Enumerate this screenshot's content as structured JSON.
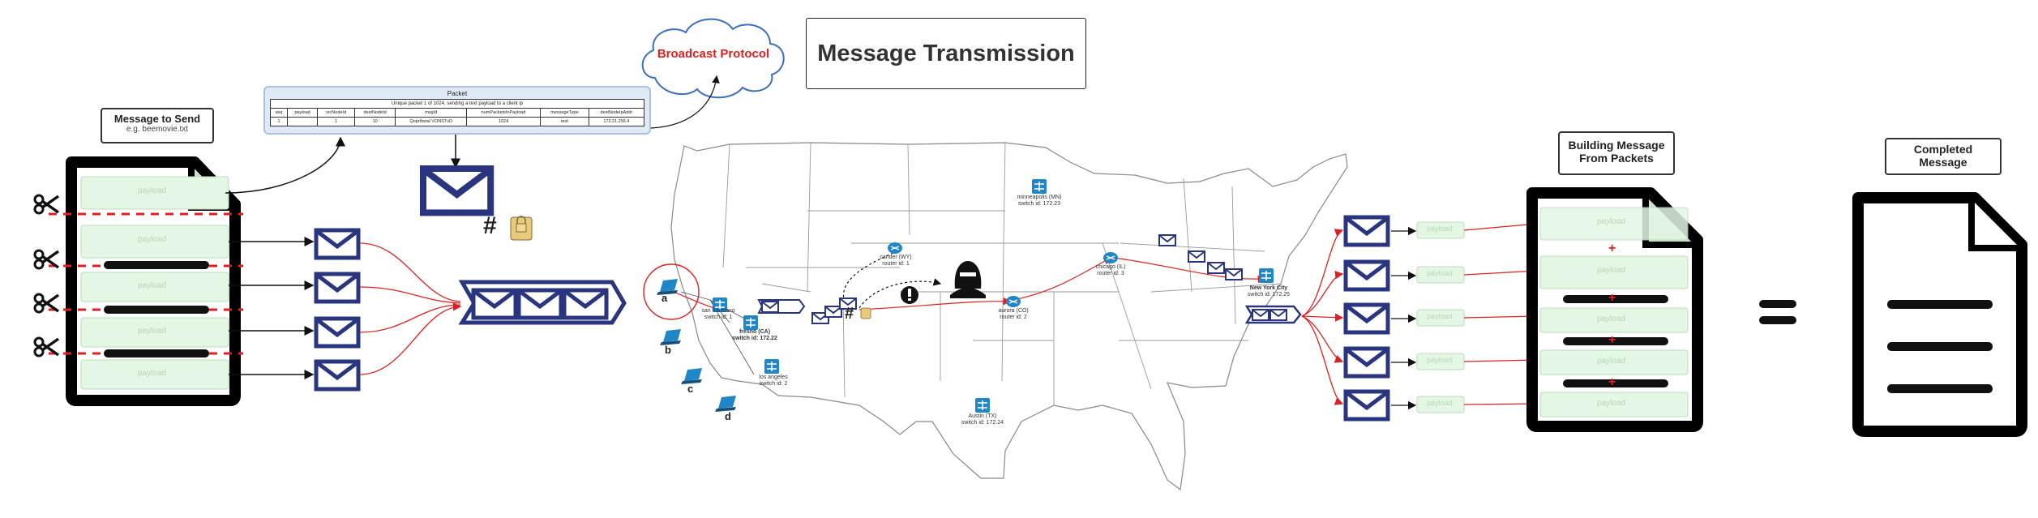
{
  "title": "Message Transmission",
  "broadcast": "Broadcast Protocol",
  "message_to_send": {
    "title": "Message to Send",
    "subtitle": "e.g. beemovie.txt"
  },
  "building": {
    "line1": "Building Message",
    "line2": "From Packets"
  },
  "completed": {
    "line1": "Completed",
    "line2": "Message"
  },
  "payload_label": "payload",
  "hash_symbol": "#",
  "plus_symbol": "+",
  "equals_symbol": "=",
  "packet": {
    "title": "Packet",
    "description": "Unique packet 1 of 1024, sending a text payload to a client ip",
    "headers": [
      "seq",
      "payload",
      "srcNodeId",
      "destNodeId",
      "msgId",
      "numPacketsInPayload",
      "messageType",
      "destNodeIpAddr"
    ],
    "values": [
      "1",
      "",
      "1",
      "10",
      "Qopr8wral VONSTvD",
      "1024",
      "text",
      "172.21.255.4"
    ]
  },
  "devices": [
    "a",
    "b",
    "c",
    "d"
  ],
  "map_nodes": [
    {
      "name": "san francisco",
      "sub": "switch id: 1"
    },
    {
      "name": "fresno (CA)",
      "sub": "switch id: 172.22"
    },
    {
      "name": "los angeles",
      "sub": "switch id: 2"
    },
    {
      "name": "cander (WY)",
      "sub": "router id: 1"
    },
    {
      "name": "minneapolis (MN)",
      "sub": "switch id: 172.23"
    },
    {
      "name": "chicago (IL)",
      "sub": "router id: 3"
    },
    {
      "name": "aurora (CO)",
      "sub": "router id: 2"
    },
    {
      "name": "Austin (TX)",
      "sub": "switch id: 172.24"
    },
    {
      "name": "New York City",
      "sub": "switch id: 172.25"
    }
  ],
  "colors": {
    "envelope": "#2a3580",
    "arrow_red": "#e02020",
    "payload_fill": "#e4f7e4",
    "payload_stroke": "#b9dcb9",
    "broadcast_text": "#e02020",
    "cloud_stroke": "#3a6fc0",
    "map_line": "#888888"
  },
  "icons": [
    "scissors-icon",
    "envelope-icon",
    "lock-icon",
    "hacker-icon",
    "switch-icon",
    "router-icon",
    "laptop-icon",
    "document-icon",
    "cloud-icon"
  ]
}
